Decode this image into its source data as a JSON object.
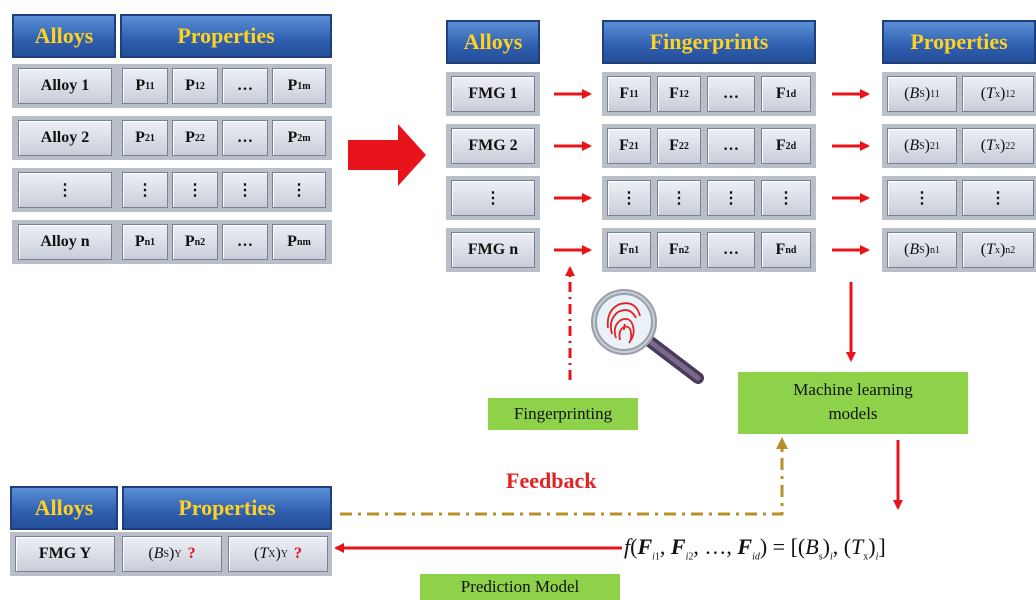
{
  "input_table": {
    "alloys_header": "Alloys",
    "properties_header": "Properties",
    "rows": [
      {
        "name": "Alloy 1",
        "cells": [
          "P11",
          "P12",
          "…",
          "P1m"
        ]
      },
      {
        "name": "Alloy 2",
        "cells": [
          "P21",
          "P22",
          "…",
          "P2m"
        ]
      },
      {
        "name": "⋮",
        "cells": [
          "⋮",
          "⋮",
          "⋮",
          "⋮"
        ]
      },
      {
        "name": "Alloy n",
        "cells": [
          "Pn1",
          "Pn2",
          "…",
          "Pnm"
        ]
      }
    ]
  },
  "fmg_table": {
    "alloys_header": "Alloys",
    "rows": [
      "FMG 1",
      "FMG 2",
      "⋮",
      "FMG n"
    ]
  },
  "fingerprint_table": {
    "header": "Fingerprints",
    "rows": [
      [
        "F11",
        "F12",
        "…",
        "F1d"
      ],
      [
        "F21",
        "F22",
        "…",
        "F2d"
      ],
      [
        "⋮",
        "⋮",
        "⋮",
        "⋮"
      ],
      [
        "Fn1",
        "Fn2",
        "…",
        "Fnd"
      ]
    ]
  },
  "output_table": {
    "header": "Properties",
    "rows": [
      [
        "(BS)11",
        "(TX)12"
      ],
      [
        "(BS)21",
        "(TX)22"
      ],
      [
        "⋮",
        "⋮"
      ],
      [
        "(BS)n1",
        "(TX)n2"
      ]
    ]
  },
  "labels": {
    "fingerprinting": "Fingerprinting",
    "machine_learning": "Machine learning models",
    "feedback": "Feedback",
    "prediction_model": "Prediction Model",
    "equation": "f(Fi1, Fi2, …, Fid) = [(Bs)i, (Tx)i]"
  },
  "prediction_table": {
    "alloys_header": "Alloys",
    "properties_header": "Properties",
    "alloy": "FMG Y",
    "cells": [
      "(BS)Y",
      "(TX)Y"
    ],
    "unknown_mark": "?"
  },
  "colors": {
    "header_blue": "#2f5fb0",
    "header_text": "#ffd21f",
    "arrow_red": "#e8141c",
    "label_green": "#8ed24a",
    "feedback_gold": "#b8902a"
  }
}
